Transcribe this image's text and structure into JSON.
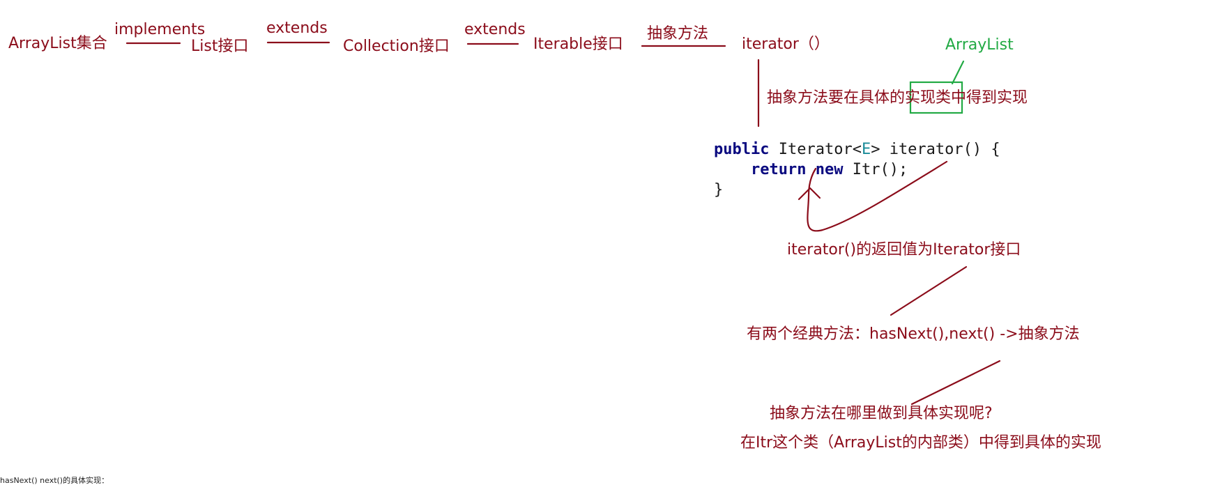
{
  "colors": {
    "ink": "#8b0c1a",
    "highlight": "#22aa44",
    "keyword": "#0a0a80",
    "type_param": "#1c8c9a"
  },
  "chain": {
    "arraylist": "ArrayList集合",
    "implements": "implements",
    "list": "List接口",
    "extends1": "extends",
    "collection": "Collection接口",
    "extends2": "extends",
    "iterable": "Iterable接口",
    "abstract_method": "抽象方法",
    "iterator_call": "iterator（）"
  },
  "green_label": "ArrayList",
  "note_impl": {
    "before": "抽象方法要在具体的",
    "highlighted": "实现类",
    "after": "中得到实现"
  },
  "code": {
    "kw_public": "public",
    "sig_type": "Iterator<",
    "sig_generic": "E",
    "sig_rest": "> iterator() {",
    "kw_return": "return",
    "kw_new": "new",
    "body_rest": "Itr();",
    "close_brace": "}"
  },
  "notes": {
    "return_value": "iterator()的返回值为Iterator接口",
    "classic_methods": "有两个经典方法：hasNext(),next() ->抽象方法",
    "where_question": "抽象方法在哪里做到具体实现呢?",
    "itr_answer": "在Itr这个类（ArrayList的内部类）中得到具体的实现"
  },
  "footer": "hasNext() next()的具体实现："
}
